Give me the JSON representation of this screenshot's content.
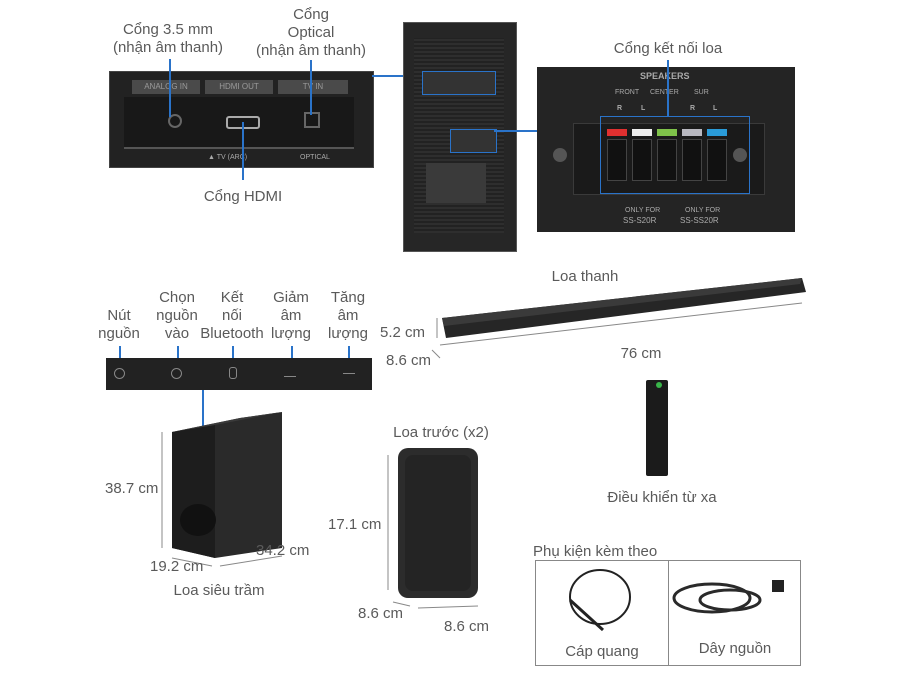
{
  "ports": {
    "analog_label": [
      "Cổng 3.5 mm",
      "(nhận âm thanh)"
    ],
    "optical_label": [
      "Cổng",
      "Optical",
      "(nhận âm thanh)"
    ],
    "hdmi_label": "Cổng HDMI",
    "tags": [
      "ANALOG IN",
      "HDMI OUT",
      "TV IN"
    ],
    "sub_tags": [
      "▲ TV (ARC)",
      "OPTICAL"
    ]
  },
  "speaker_ports": {
    "label": "Cổng kết nối loa",
    "heading": "SPEAKERS",
    "groups": [
      "FRONT",
      "CENTER",
      "SUR"
    ],
    "rl": [
      "R",
      "L",
      "R",
      "L"
    ],
    "only_for": [
      "ONLY FOR",
      "SS-S20R",
      "ONLY FOR",
      "SS-SS20R"
    ],
    "colors": [
      "#e03030",
      "#eeeeee",
      "#7fc24a",
      "#b8b8c0",
      "#2a9bd8"
    ]
  },
  "buttons": {
    "items": [
      {
        "label": [
          "Nút",
          "nguồn"
        ],
        "icon": "power-icon"
      },
      {
        "label": [
          "Chọn",
          "nguồn",
          "vào"
        ],
        "icon": "input-icon"
      },
      {
        "label": [
          "Kết",
          "nối",
          "Bluetooth"
        ],
        "icon": "bluetooth-icon"
      },
      {
        "label": [
          "Giảm",
          "âm",
          "lượng"
        ],
        "icon": "volume-down-icon"
      },
      {
        "label": [
          "Tăng",
          "âm",
          "lượng"
        ],
        "icon": "volume-up-icon"
      }
    ]
  },
  "soundbar": {
    "title": "Loa thanh",
    "height": "5.2 cm",
    "depth": "8.6 cm",
    "width": "76 cm"
  },
  "remote": {
    "title": "Điều khiển từ xa"
  },
  "subwoofer": {
    "title": "Loa siêu trầm",
    "height": "38.7 cm",
    "width": "19.2 cm",
    "depth": "34.2 cm"
  },
  "front_speaker": {
    "title": "Loa trước (x2)",
    "height": "17.1 cm",
    "width": "8.6 cm",
    "depth": "8.6 cm"
  },
  "accessories": {
    "title": "Phụ kiện kèm theo",
    "items": [
      "Cáp quang",
      "Dây nguồn"
    ]
  },
  "colors": {
    "accent_line": "#2a73c9",
    "device": "#1e1e1e",
    "text": "#5a5a5a"
  }
}
